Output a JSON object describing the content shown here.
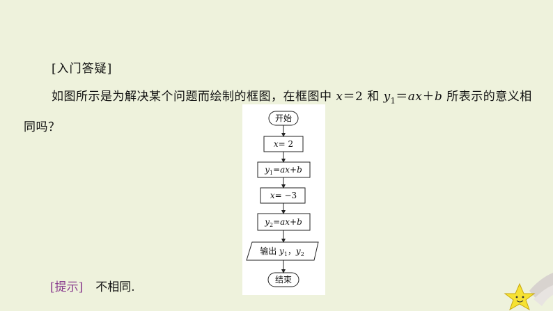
{
  "section_title": "[入门答疑]",
  "question": {
    "part1": "如图所示是为解决某个问题而绘制的框图，在框图中 ",
    "x_var": "x",
    "eq1": "＝2 和 ",
    "y_var": "y",
    "y1_sub": "1",
    "eq2": "＝",
    "ax": "ax",
    "plus_b": "＋",
    "b_var": "b",
    "part2": " 所表示的意义相同吗？"
  },
  "flowchart": {
    "start": "开始",
    "step1_var": "x",
    "step1_val": "= 2",
    "step2_y": "y",
    "step2_sub": "1",
    "step2_expr": "=ax+b",
    "step3_var": "x",
    "step3_val": "= −3",
    "step4_y": "y",
    "step4_sub": "2",
    "step4_expr": "=ax+b",
    "output_label": "输出 ",
    "output_y1": "y",
    "output_y1_sub": "1",
    "output_sep": "，",
    "output_y2": "y",
    "output_y2_sub": "2",
    "end": "结束"
  },
  "hint": {
    "tag": "[提示]",
    "text": "不相同."
  },
  "colors": {
    "background": "#eef2dc",
    "hint_tag": "#8a3d8e",
    "star_fill": "#f6e233",
    "star_trail": "#d8d3cf"
  },
  "decor": {
    "star_icon": "smiling-star-icon"
  }
}
